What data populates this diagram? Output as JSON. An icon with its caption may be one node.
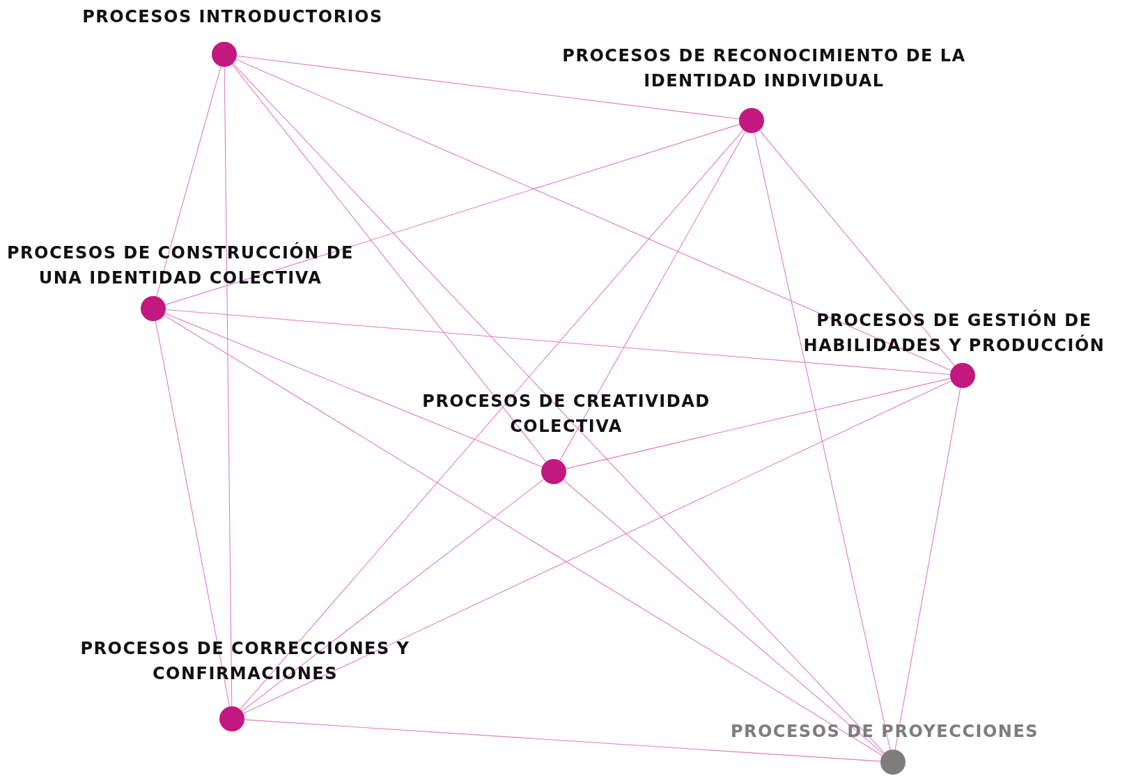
{
  "diagram": {
    "nodes": [
      {
        "text": [
          "PROCESOS INTRODUCTORIOS"
        ]
      },
      {
        "text": [
          "PROCESOS DE RECONOCIMIENTO DE LA IDENTIDAD INDIVIDUAL"
        ]
      },
      {
        "text": [
          "PROCESOS DE CONSTRUCCIÓN DE UNA IDENTIDAD COLECTIVA"
        ]
      },
      {
        "text": [
          "PROCESOS DE GESTIÓN DE HABILIDADES Y PRODUCCIÓN"
        ]
      },
      {
        "text": [
          "PROCESOS DE CREATIVIDAD COLECTIVA"
        ]
      },
      {
        "text": [
          "PROCESOS DE CORRECCIONES Y CONFIRMACIONES"
        ]
      },
      {
        "text": [
          "PROCESOS DE PROYECCIONES"
        ]
      }
    ],
    "edges": [
      {
        "from": 0,
        "to": 1,
        "arrow": "none"
      },
      {
        "from": 0,
        "to": 2,
        "arrow": "none"
      },
      {
        "from": 0,
        "to": 3,
        "arrow": "none"
      },
      {
        "from": 0,
        "to": 4,
        "arrow": "none"
      },
      {
        "from": 0,
        "to": 5,
        "arrow": "none"
      },
      {
        "from": 0,
        "to": 6,
        "arrow": "none"
      },
      {
        "from": 1,
        "to": 2,
        "arrow": "none"
      },
      {
        "from": 1,
        "to": 3,
        "arrow": "none"
      },
      {
        "from": 1,
        "to": 4,
        "arrow": "none"
      },
      {
        "from": 1,
        "to": 5,
        "arrow": "none"
      },
      {
        "from": 1,
        "to": 6,
        "arrow": "none"
      },
      {
        "from": 2,
        "to": 3,
        "arrow": "none"
      },
      {
        "from": 2,
        "to": 4,
        "arrow": "none"
      },
      {
        "from": 2,
        "to": 5,
        "arrow": "none"
      },
      {
        "from": 2,
        "to": 6,
        "arrow": "none"
      },
      {
        "from": 3,
        "to": 4,
        "arrow": "none"
      },
      {
        "from": 3,
        "to": 5,
        "arrow": "none"
      },
      {
        "from": 3,
        "to": 6,
        "arrow": "none"
      },
      {
        "from": 4,
        "to": 5,
        "arrow": "none"
      },
      {
        "from": 4,
        "to": 6,
        "arrow": "none"
      },
      {
        "from": 5,
        "to": 6,
        "arrow": "none"
      }
    ]
  }
}
